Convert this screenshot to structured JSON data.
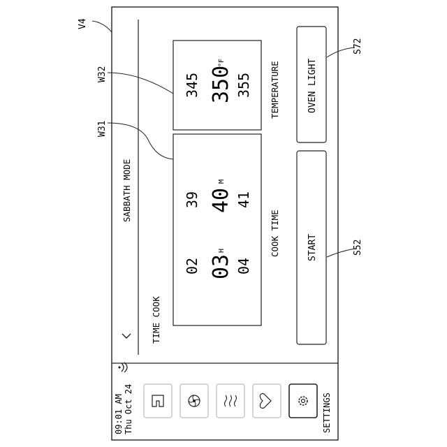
{
  "callouts": {
    "v4": "V4",
    "w32": "W32",
    "w31": "W31",
    "s72": "S72",
    "s52": "S52"
  },
  "status": {
    "time": "09:01 AM",
    "date": "Thu Oct 24"
  },
  "nav": {
    "settings_label": "SETTINGS",
    "items": [
      "home-icon",
      "fan-icon",
      "steam-icon",
      "favorite-icon",
      "settings-icon"
    ]
  },
  "header": {
    "back_icon": "back-chevron-icon",
    "cook_mode": "TIME COOK",
    "sabbath_mode": "SABBATH MODE"
  },
  "cook_time": {
    "label": "COOK TIME",
    "hours": {
      "prev": "02",
      "current": "03",
      "next": "04",
      "unit": "H"
    },
    "minutes": {
      "prev": "39",
      "current": "40",
      "next": "41",
      "unit": "M"
    }
  },
  "temperature": {
    "label": "TEMPERATURE",
    "prev": "345",
    "current": "350",
    "next": "355",
    "unit": "°F"
  },
  "buttons": {
    "start": "START",
    "oven_light": "OVEN LIGHT"
  },
  "colors": {
    "stroke": "#222222",
    "panel_border": "#bbbbbb",
    "background": "#ffffff"
  }
}
